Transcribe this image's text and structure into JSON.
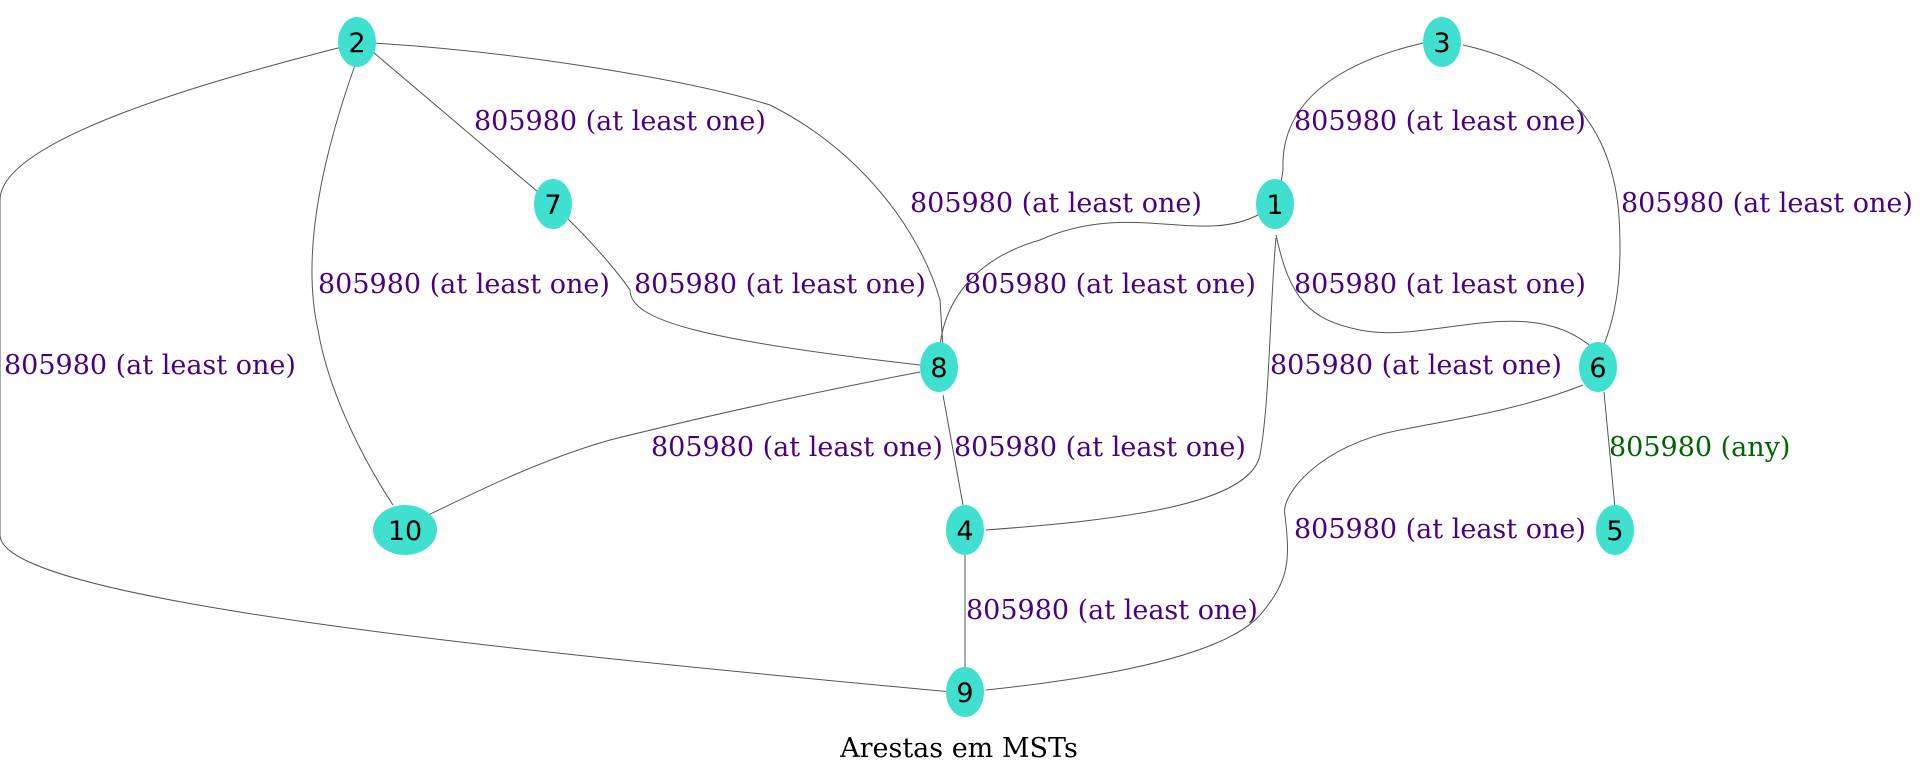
{
  "title": "Arestas em MSTs",
  "colors": {
    "node_fill": "#40e0d0",
    "edge_stroke": "#555555",
    "label_at_least_one": "#4b0082",
    "label_any": "#006400"
  },
  "nodes": [
    {
      "id": "n1",
      "label": "1"
    },
    {
      "id": "n2",
      "label": "2"
    },
    {
      "id": "n3",
      "label": "3"
    },
    {
      "id": "n4",
      "label": "4"
    },
    {
      "id": "n5",
      "label": "5"
    },
    {
      "id": "n6",
      "label": "6"
    },
    {
      "id": "n7",
      "label": "7"
    },
    {
      "id": "n8",
      "label": "8"
    },
    {
      "id": "n9",
      "label": "9"
    },
    {
      "id": "n10",
      "label": "10"
    }
  ],
  "edges": [
    {
      "id": "e2-9",
      "source": "2",
      "target": "9",
      "label": "805980 (at least one)",
      "kind": "at_least_one"
    },
    {
      "id": "e2-10",
      "source": "2",
      "target": "10",
      "label": "805980 (at least one)",
      "kind": "at_least_one"
    },
    {
      "id": "e2-7",
      "source": "2",
      "target": "7",
      "label": "805980 (at least one)",
      "kind": "at_least_one"
    },
    {
      "id": "e2-8",
      "source": "2",
      "target": "8",
      "label": "805980 (at least one)",
      "kind": "at_least_one"
    },
    {
      "id": "e7-8",
      "source": "7",
      "target": "8",
      "label": "805980 (at least one)",
      "kind": "at_least_one"
    },
    {
      "id": "e1-8",
      "source": "1",
      "target": "8",
      "label": "805980 (at least one)",
      "kind": "at_least_one"
    },
    {
      "id": "e3-1",
      "source": "3",
      "target": "1",
      "label": "805980 (at least one)",
      "kind": "at_least_one"
    },
    {
      "id": "e3-6",
      "source": "3",
      "target": "6",
      "label": "805980 (at least one)",
      "kind": "at_least_one"
    },
    {
      "id": "e1-6",
      "source": "1",
      "target": "6",
      "label": "805980 (at least one)",
      "kind": "at_least_one"
    },
    {
      "id": "e1-4",
      "source": "1",
      "target": "4",
      "label": "805980 (at least one)",
      "kind": "at_least_one"
    },
    {
      "id": "e8-10",
      "source": "8",
      "target": "10",
      "label": "805980 (at least one)",
      "kind": "at_least_one"
    },
    {
      "id": "e8-4",
      "source": "8",
      "target": "4",
      "label": "805980 (at least one)",
      "kind": "at_least_one"
    },
    {
      "id": "e6-5",
      "source": "6",
      "target": "5",
      "label": "805980 (any)",
      "kind": "any"
    },
    {
      "id": "e6-9",
      "source": "6",
      "target": "9",
      "label": "805980 (at least one)",
      "kind": "at_least_one"
    },
    {
      "id": "e4-9",
      "source": "4",
      "target": "9",
      "label": "805980 (at least one)",
      "kind": "at_least_one"
    }
  ]
}
